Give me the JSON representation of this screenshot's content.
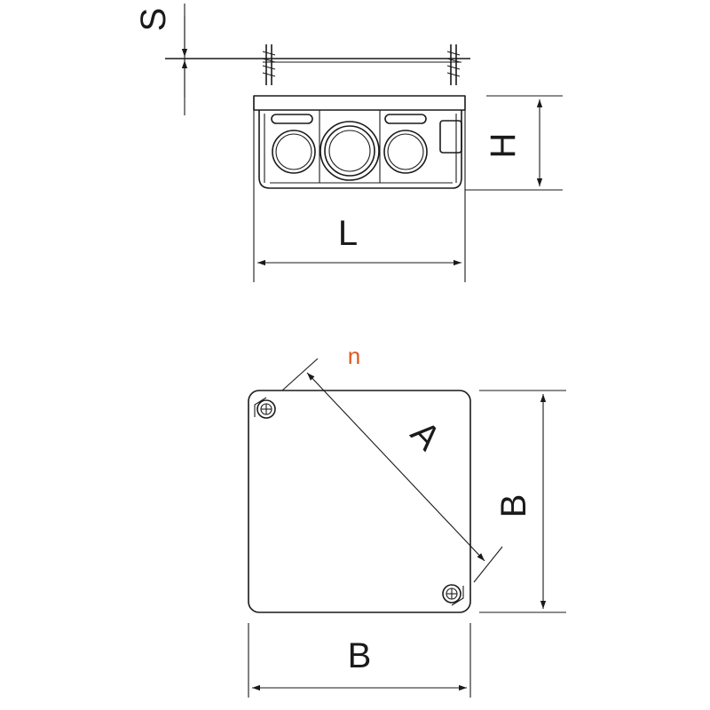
{
  "labels": {
    "s": "S",
    "h": "H",
    "l": "L",
    "a": "A",
    "b_right": "B",
    "b_bottom": "B",
    "n": "n"
  },
  "colors": {
    "line": "#1a1a1a",
    "accent": "#e2581e"
  }
}
